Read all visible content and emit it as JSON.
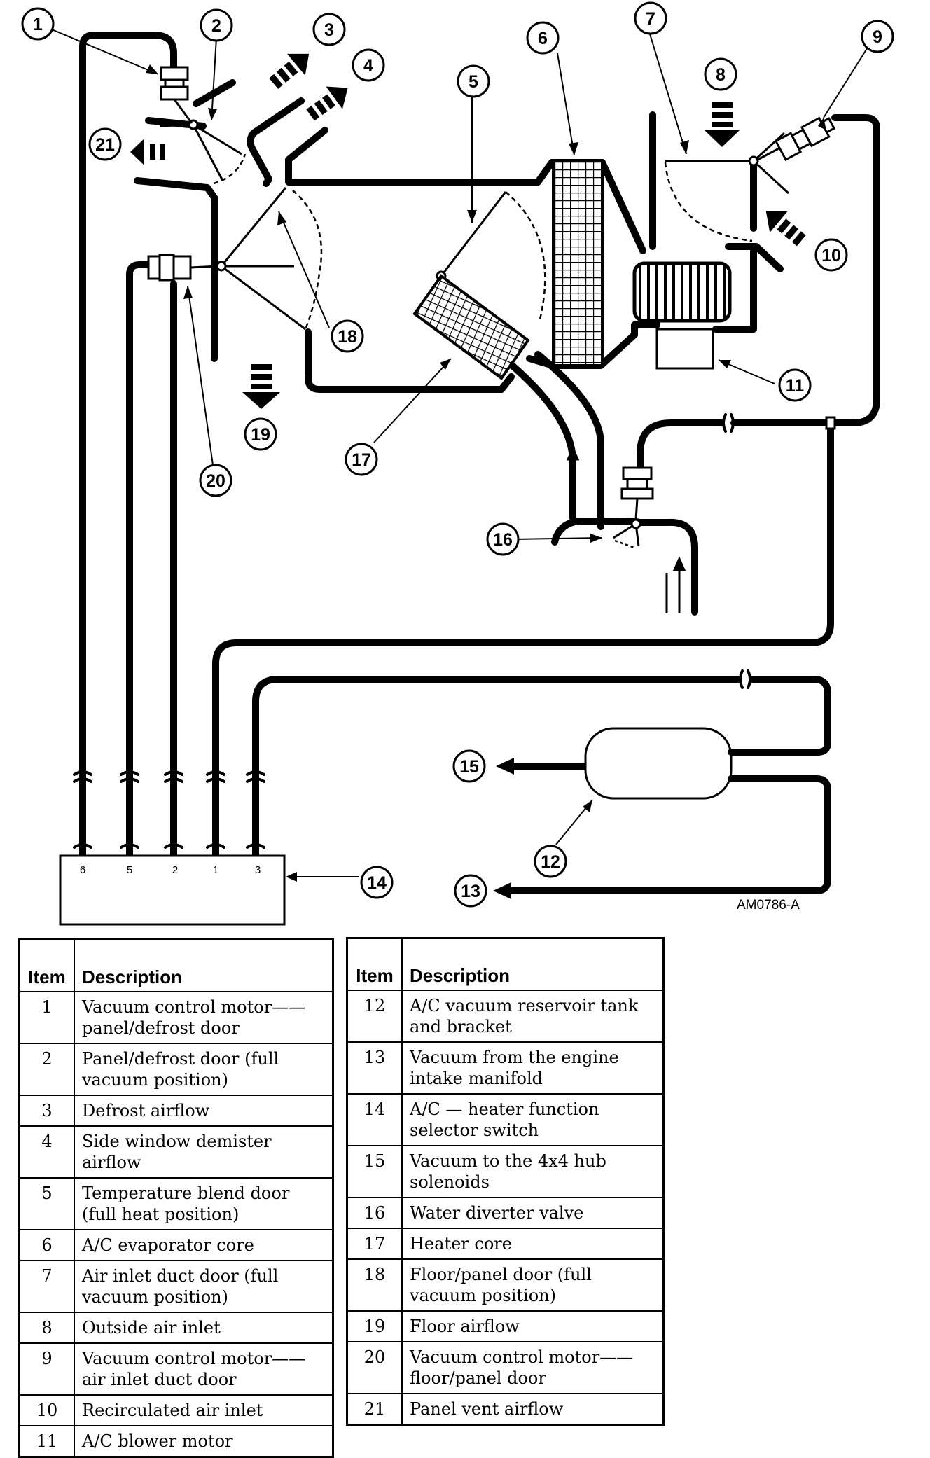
{
  "figure": {
    "reference_code": "AM0786-A",
    "callouts": [
      "1",
      "2",
      "3",
      "4",
      "5",
      "6",
      "7",
      "8",
      "9",
      "10",
      "11",
      "12",
      "13",
      "14",
      "15",
      "16",
      "17",
      "18",
      "19",
      "20",
      "21"
    ],
    "switch_pins": [
      "6",
      "5",
      "2",
      "1",
      "3"
    ]
  },
  "legend": {
    "header_item": "Item",
    "header_description": "Description",
    "left": [
      {
        "item": "1",
        "description": "Vacuum control motor——panel/defrost door"
      },
      {
        "item": "2",
        "description": "Panel/defrost door (full vacuum position)"
      },
      {
        "item": "3",
        "description": "Defrost airflow"
      },
      {
        "item": "4",
        "description": "Side window demister airflow"
      },
      {
        "item": "5",
        "description": "Temperature blend door (full heat position)"
      },
      {
        "item": "6",
        "description": "A/C evaporator core"
      },
      {
        "item": "7",
        "description": "Air inlet duct door (full vacuum position)"
      },
      {
        "item": "8",
        "description": "Outside air inlet"
      },
      {
        "item": "9",
        "description": "Vacuum control motor——air inlet duct door"
      },
      {
        "item": "10",
        "description": "Recirculated air inlet"
      },
      {
        "item": "11",
        "description": "A/C blower motor"
      }
    ],
    "right": [
      {
        "item": "12",
        "description": "A/C vacuum reservoir tank and bracket"
      },
      {
        "item": "13",
        "description": "Vacuum from the engine intake manifold"
      },
      {
        "item": "14",
        "description": "A/C — heater function selector switch"
      },
      {
        "item": "15",
        "description": "Vacuum to the 4x4 hub solenoids"
      },
      {
        "item": "16",
        "description": "Water diverter valve"
      },
      {
        "item": "17",
        "description": "Heater core"
      },
      {
        "item": "18",
        "description": "Floor/panel door (full vacuum position)"
      },
      {
        "item": "19",
        "description": "Floor airflow"
      },
      {
        "item": "20",
        "description": "Vacuum control motor——floor/panel door"
      },
      {
        "item": "21",
        "description": "Panel vent airflow"
      }
    ]
  }
}
